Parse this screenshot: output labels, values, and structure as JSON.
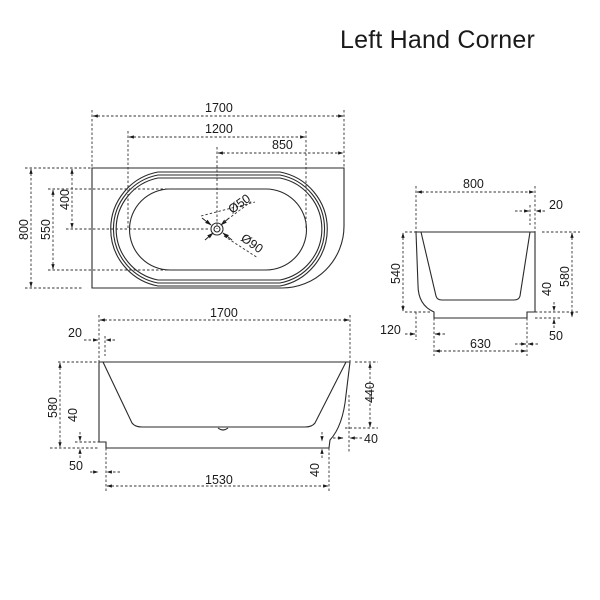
{
  "title": "Left Hand Corner",
  "units": "mm",
  "top_view": {
    "overall_length": "1700",
    "inner_length": "1200",
    "drain_to_end": "850",
    "overall_width": "800",
    "inner_width": "550",
    "drain_from_top": "400",
    "waste_diameter": "Ø50",
    "outlet_diameter": "Ø90"
  },
  "end_view": {
    "overall_width": "800",
    "rim_thickness": "20",
    "inner_depth": "540",
    "overall_height": "580",
    "floor_thickness": "40",
    "plinth_height": "50",
    "plinth_offset": "120",
    "plinth_width": "630"
  },
  "front_view": {
    "overall_length": "1700",
    "rim_thickness": "20",
    "overall_height": "580",
    "floor_thickness_left": "40",
    "plinth_height": "50",
    "plinth_length": "1530",
    "end_depth": "440",
    "end_offset": "40",
    "floor_thickness_right": "40"
  }
}
